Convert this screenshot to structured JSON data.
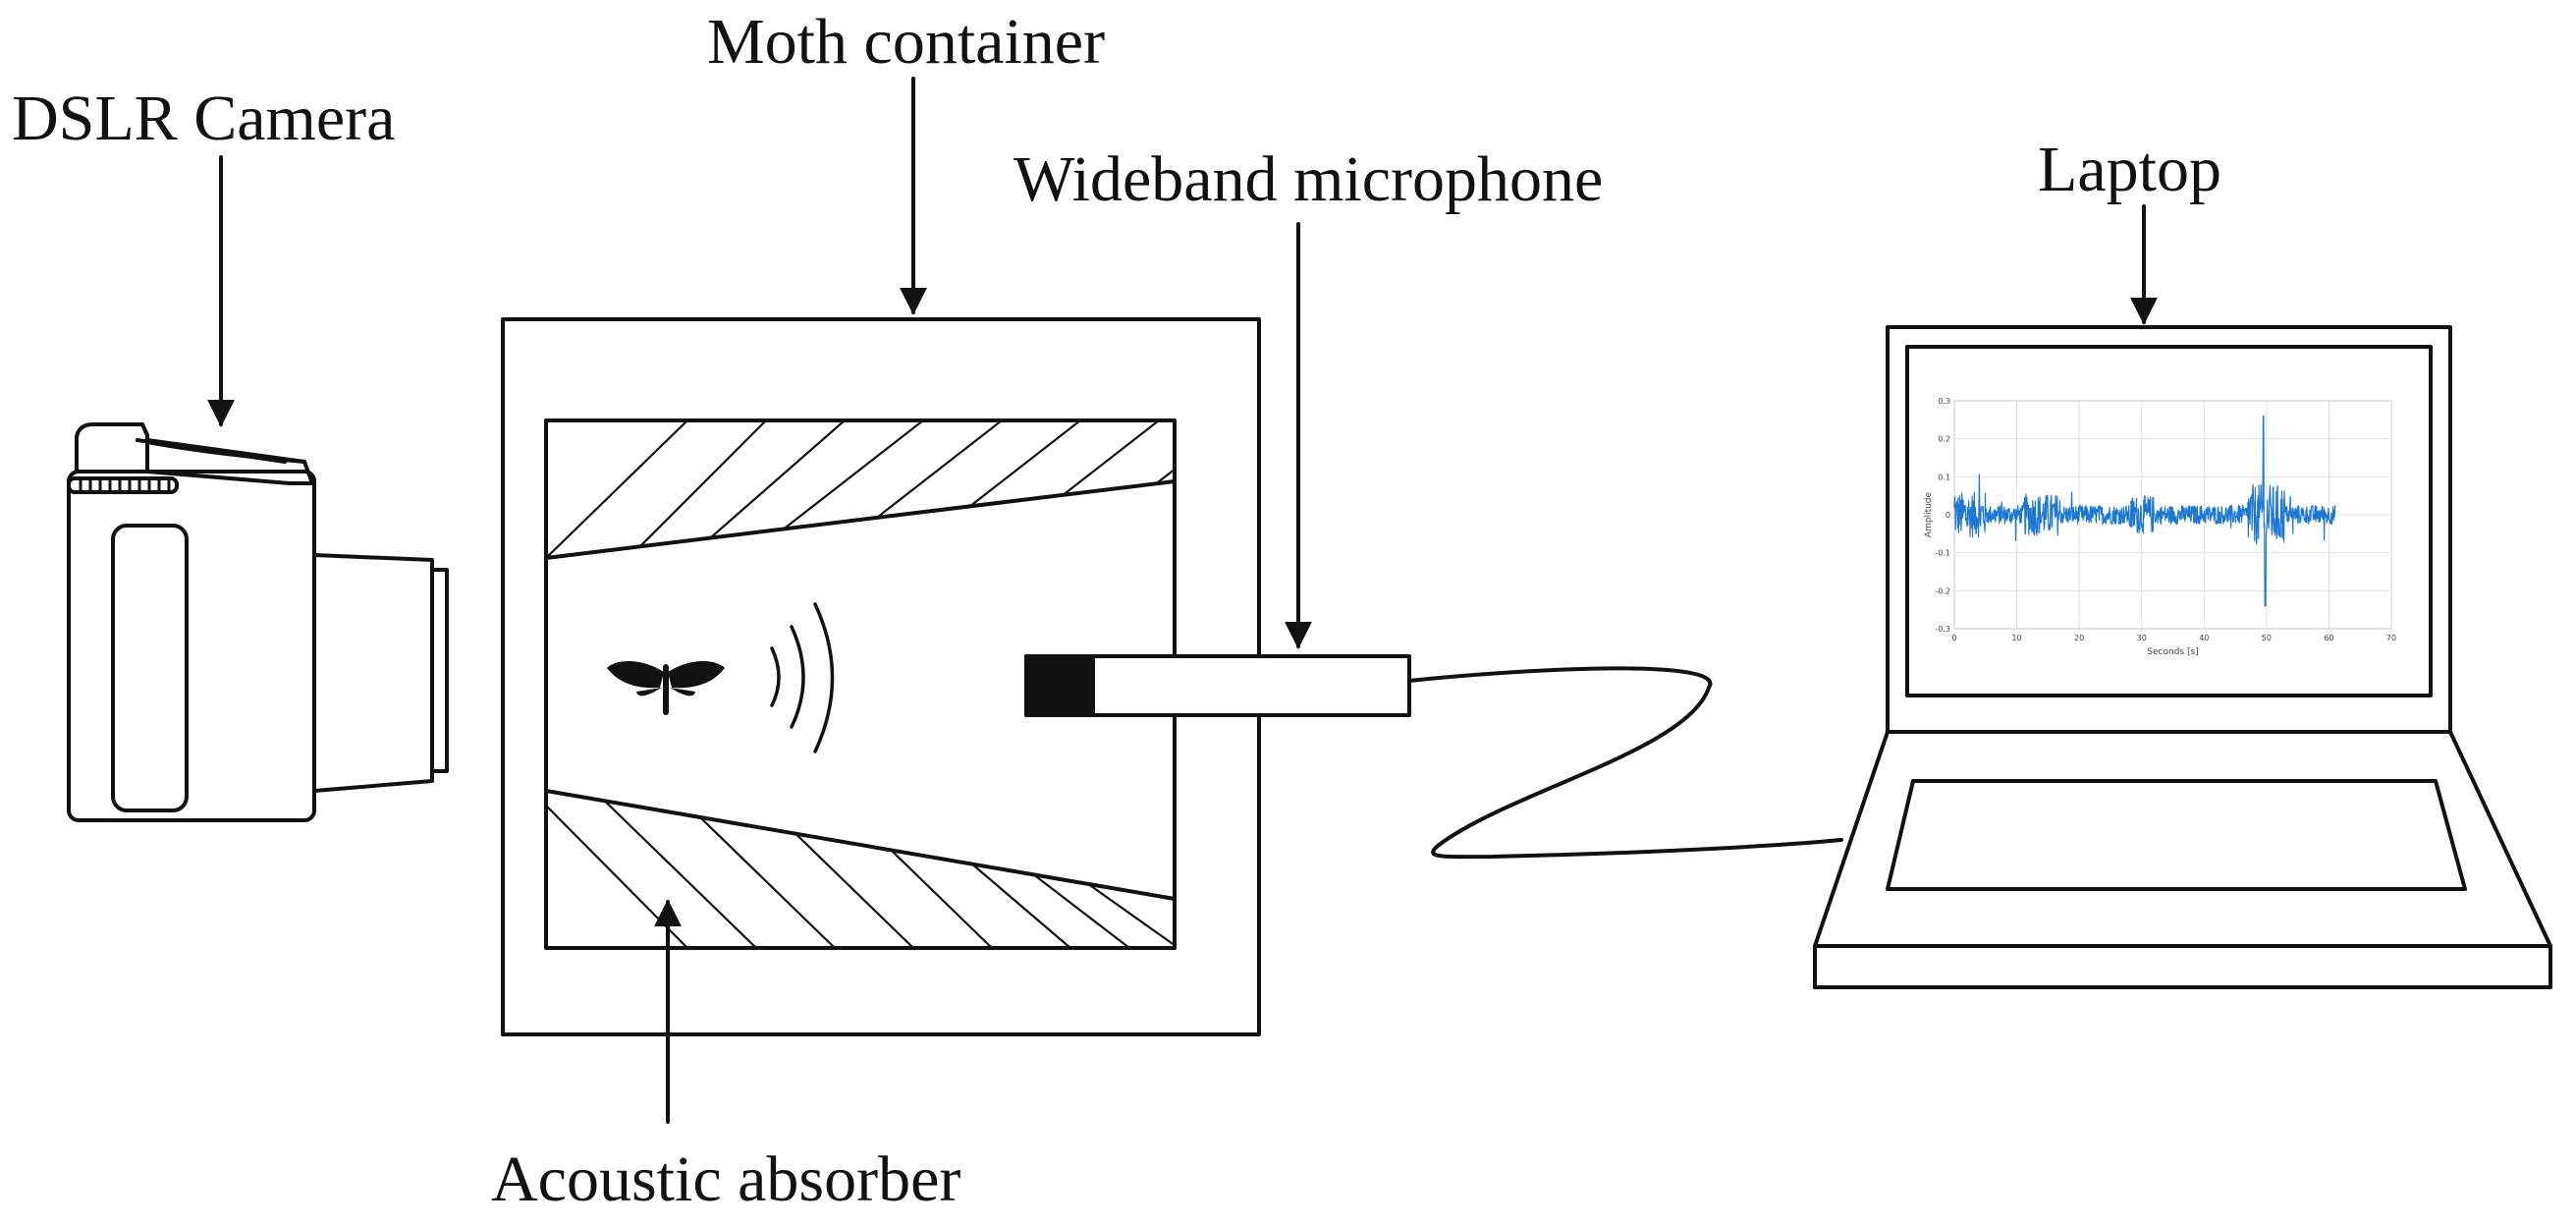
{
  "labels": {
    "camera": "DSLR Camera",
    "container": "Moth container",
    "microphone": "Wideband microphone",
    "laptop": "Laptop",
    "absorber": "Acoustic absorber"
  },
  "screen_plot": {
    "xlabel": "Seconds [s]",
    "ylabel": "Amplitude",
    "xticks": [
      "0",
      "10",
      "20",
      "30",
      "40",
      "50",
      "60",
      "70"
    ],
    "yticks": [
      "0.3",
      "0.2",
      "0.1",
      "0",
      "-0.1",
      "-0.2",
      "-0.3"
    ],
    "x_range": [
      0,
      70
    ],
    "y_range": [
      -0.3,
      0.3
    ],
    "signal_color": "#1f77d4"
  },
  "colors": {
    "line": "#111111",
    "background": "#ffffff"
  }
}
